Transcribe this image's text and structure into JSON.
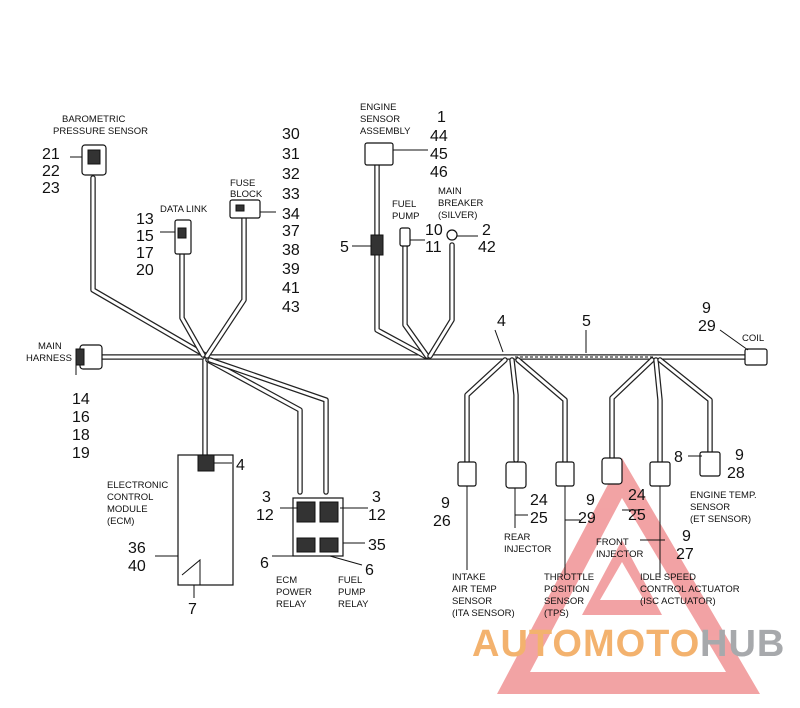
{
  "labels": {
    "baro": [
      "BAROMETRIC",
      "PRESSURE SENSOR"
    ],
    "baro_nums": [
      "21",
      "22",
      "23"
    ],
    "datalink": "DATA LINK",
    "datalink_nums": [
      "13",
      "15",
      "17",
      "20"
    ],
    "fuse": [
      "FUSE",
      "BLOCK"
    ],
    "fuse_nums": [
      "30",
      "31",
      "32",
      "33",
      "34",
      "37",
      "38",
      "39",
      "41",
      "43"
    ],
    "engine": [
      "ENGINE",
      "SENSOR",
      "ASSEMBLY"
    ],
    "engine_nums": [
      "1",
      "44",
      "45",
      "46"
    ],
    "fuelpump": [
      "FUEL",
      "PUMP"
    ],
    "fuelpump_nums": [
      "10",
      "11"
    ],
    "breaker": [
      "MAIN",
      "BREAKER",
      "(SILVER)"
    ],
    "breaker_nums": [
      "2",
      "42"
    ],
    "clip_left": "5",
    "main_harness": [
      "MAIN",
      "HARNESS"
    ],
    "main_harness_nums": [
      "14",
      "16",
      "18",
      "19"
    ],
    "ecm": [
      "ELECTRONIC",
      "CONTROL",
      "MODULE",
      "(ECM)"
    ],
    "ecm_num_top": "4",
    "ecm_nums": [
      "36",
      "40"
    ],
    "ecm_bottom": "7",
    "ecm_relay_nums": [
      "3",
      "12"
    ],
    "ecm_relay_six": "6",
    "ecm_relay": [
      "ECM",
      "POWER",
      "RELAY"
    ],
    "fuel_relay_nums": [
      "3",
      "12"
    ],
    "fuel_relay_35": "35",
    "fuel_relay_six": "6",
    "fuel_relay": [
      "FUEL",
      "PUMP",
      "RELAY"
    ],
    "harness_4": "4",
    "harness_5": "5",
    "coil_nums": [
      "9",
      "29"
    ],
    "coil": "COIL",
    "ita_nums": [
      "9",
      "26"
    ],
    "ita": [
      "INTAKE",
      "AIR TEMP",
      "SENSOR",
      "(ITA SENSOR)"
    ],
    "rear_nums": [
      "24",
      "25"
    ],
    "rear": [
      "REAR",
      "INJECTOR"
    ],
    "tps_nums": [
      "9",
      "29"
    ],
    "tps": [
      "THROTTLE",
      "POSITION",
      "SENSOR",
      "(TPS)"
    ],
    "front_nums": [
      "24",
      "25"
    ],
    "front": [
      "FRONT",
      "INJECTOR"
    ],
    "isc_nums": [
      "9",
      "27"
    ],
    "isc": [
      "IDLE SPEED",
      "CONTROL ACTUATOR",
      "(ISC ACTUATOR)"
    ],
    "et_nums_left": "8",
    "et_nums_right": [
      "9",
      "28"
    ],
    "et": [
      "ENGINE TEMP.",
      "SENSOR",
      "(ET SENSOR)"
    ]
  },
  "watermark": {
    "left": "AUTOMOTO",
    "right": "HUB",
    "accent": "#f3b26e",
    "grey": "#a7a9ac",
    "triangle": "#e8575a"
  }
}
